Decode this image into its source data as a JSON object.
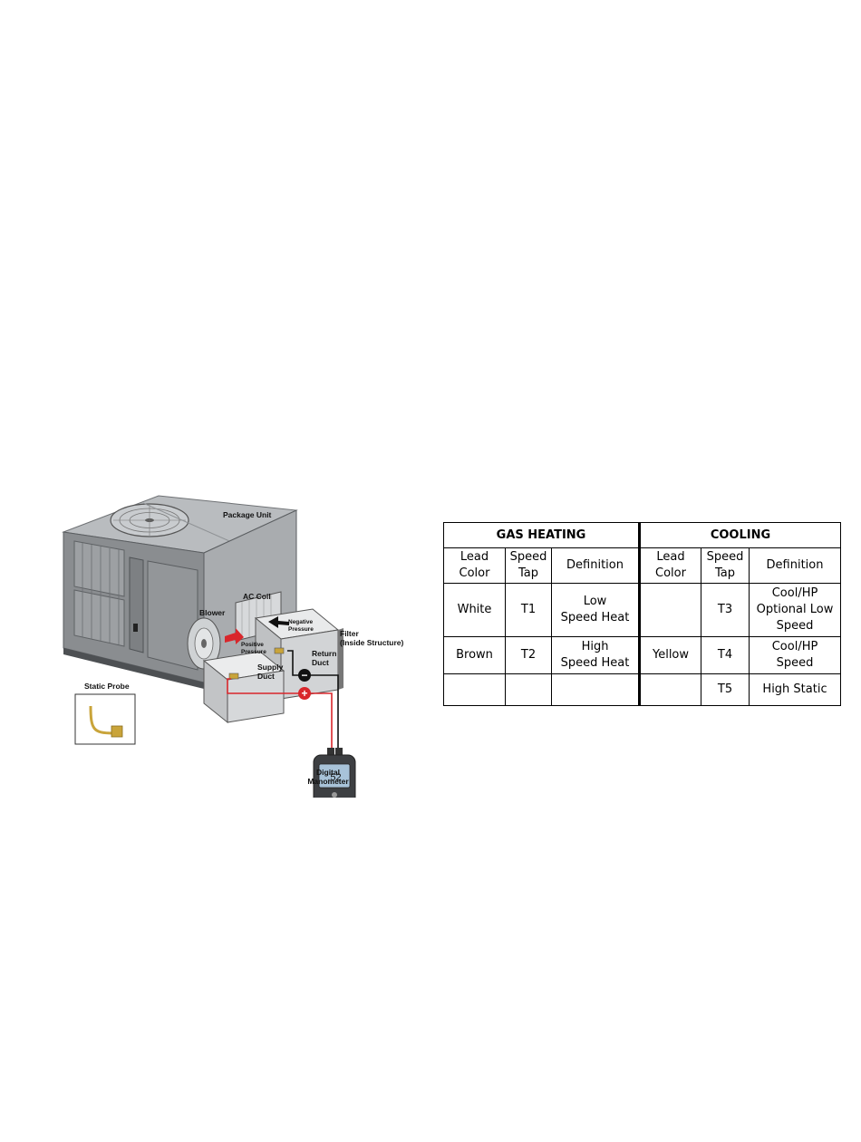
{
  "diagram": {
    "labels": {
      "package_unit": "Package Unit",
      "ac_coil": "AC Coil",
      "blower": "Blower",
      "negative_pressure_1": "Negative",
      "negative_pressure_2": "Pressure",
      "positive_pressure_1": "Positive",
      "positive_pressure_2": "Pressure",
      "filter_1": "Filter",
      "filter_2": "(Inside Structure)",
      "return_duct_1": "Return",
      "return_duct_2": "Duct",
      "supply_duct_1": "Supply",
      "supply_duct_2": "Duct",
      "static_probe": "Static Probe",
      "digital_manometer_1": "Digital",
      "digital_manometer_2": "Manometer",
      "manometer_reading": ".52",
      "minus_sign": "−",
      "plus_sign": "+"
    },
    "colors": {
      "positive_line": "#d9262b",
      "negative_line": "#111111",
      "cabinet": "#8a8d90",
      "probe": "#c9a43a"
    }
  },
  "table": {
    "groups": [
      "GAS HEATING",
      "COOLING"
    ],
    "headers": [
      [
        "Lead",
        "Color"
      ],
      [
        "Speed",
        "Tap"
      ],
      [
        "Definition"
      ],
      [
        "Lead",
        "Color"
      ],
      [
        "Speed",
        "Tap"
      ],
      [
        "Definition"
      ]
    ],
    "rows": [
      [
        [
          "White"
        ],
        [
          "T1"
        ],
        [
          "Low",
          "Speed Heat"
        ],
        [],
        [
          "T3"
        ],
        [
          "Cool/HP",
          "Optional Low",
          "Speed"
        ]
      ],
      [
        [
          "Brown"
        ],
        [
          "T2"
        ],
        [
          "High",
          "Speed Heat"
        ],
        [
          "Yellow"
        ],
        [
          "T4"
        ],
        [
          "Cool/HP",
          "Speed"
        ]
      ],
      [
        [],
        [],
        [],
        [],
        [
          "T5"
        ],
        [
          "High Static"
        ]
      ]
    ]
  }
}
